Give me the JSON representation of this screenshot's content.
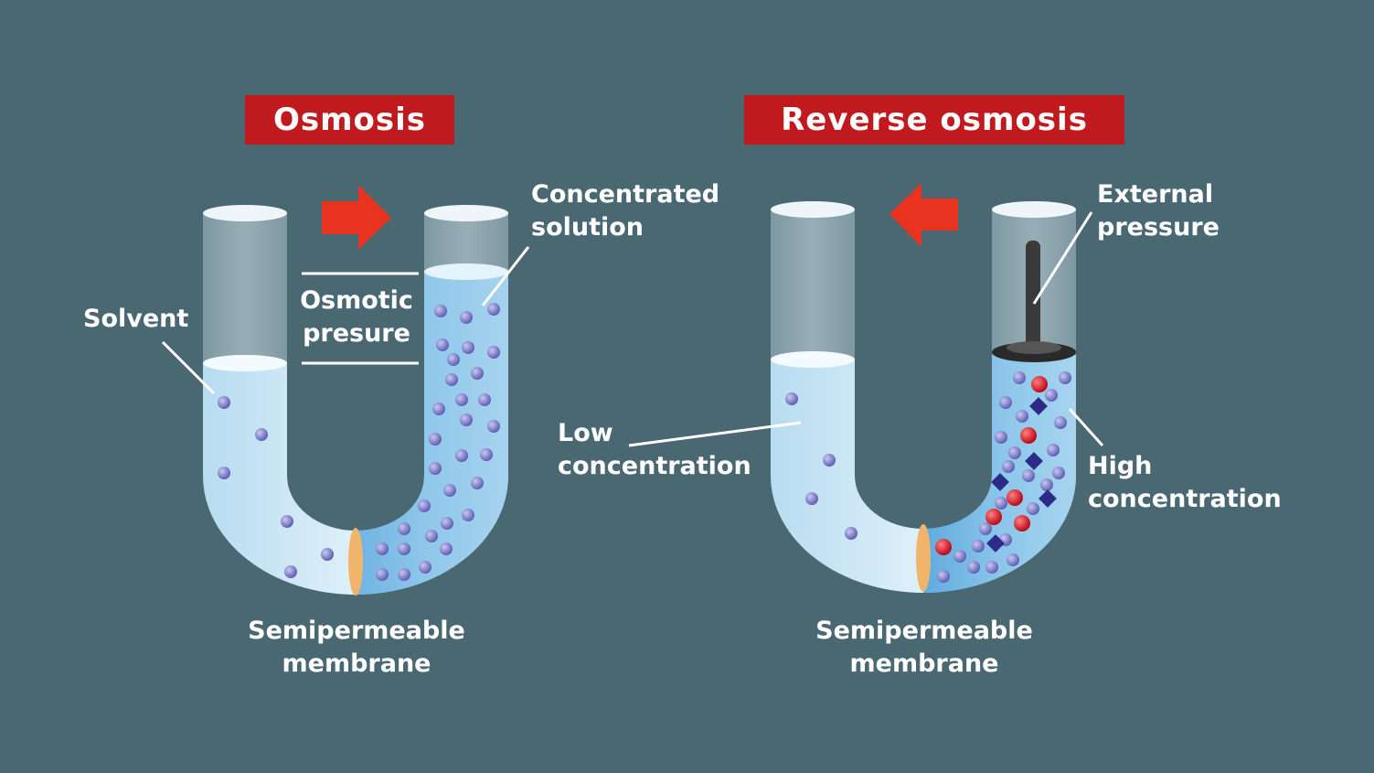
{
  "left_panel": {
    "title": "Osmosis",
    "labels": {
      "solvent": "Solvent",
      "osmotic_pressure": "Osmotic\npresure",
      "concentrated_solution": "Concentrated\nsolution",
      "membrane": "Semipermeable\nmembrane"
    },
    "arrow_direction": "right"
  },
  "right_panel": {
    "title": "Reverse osmosis",
    "labels": {
      "external_pressure": "External\npressure",
      "low_concentration": "Low\nconcentration",
      "high_concentration": "High\nconcentration",
      "membrane": "Semipermeable\nmembrane"
    },
    "arrow_direction": "left"
  },
  "colors": {
    "background": "#4a6872",
    "title_bg": "#c01a1e",
    "arrow": "#e8331f",
    "solvent_particle": "#7a78c8",
    "solute_particle": "#d4141c"
  }
}
